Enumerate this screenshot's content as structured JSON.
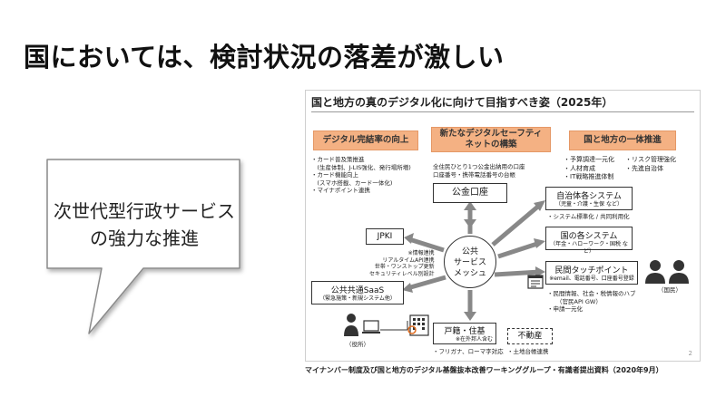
{
  "slide": {
    "title": "国においては、検討状況の落差が激しい",
    "callout_line1": "次世代型行政サービス",
    "callout_line2": "の強力な推進",
    "source": "マイナンバー制度及び国と地方のデジタル基盤抜本改善ワーキンググループ・有識者提出資料（2020年9月）"
  },
  "figure": {
    "title": "国と地方の真のデジタル化に向けて目指すべき姿（2025年）",
    "headers": {
      "left": "デジタル完結率の向上",
      "center_line1": "新たなデジタルセーフティ",
      "center_line2": "ネットの構築",
      "right": "国と地方の一体推進"
    },
    "left_notes": [
      "・カード普及策推進",
      "　(生産体制、J-LIS強化、発行場所増)",
      "・カード機能向上",
      "　(スマホ搭載、カード一体化)",
      "・マイナポイント連携"
    ],
    "center_notes": [
      "全住民ひとり1つ公金出納用の口座",
      "口座番号・携帯電話番号の台帳"
    ],
    "right_notes": {
      "col1": [
        "・予算調達一元化",
        "・人材育成",
        "・IT戦略推進体制"
      ],
      "col2": [
        "・リスク管理強化",
        "・先進自治体"
      ]
    },
    "hub": {
      "line1": "公共",
      "line2": "サービス",
      "line3": "メッシュ"
    },
    "boxes": {
      "koukin": "公金口座",
      "jichitai": "自治体各システム",
      "jichitai_sub": "（児童・介護・生保 など）",
      "kuni": "国の各システム",
      "kuni_sub": "（年金・ハローワーク・国税 など）",
      "minkan": "民間タッチポイント",
      "minkan_sub": "※email、電話番号、口座番号登録",
      "jpki": "JPKI",
      "saas": "公共共通SaaS",
      "saas_sub": "（緊急施策・新規システム他）",
      "koseki": "戸籍・住基",
      "koseki_sub": "※在外邦人含む",
      "fudousan": "不動産"
    },
    "notes": {
      "system": "・システム標準化 / 共同利用化",
      "minkan_1": "・民間情報、社会・税情報のハブ",
      "minkan_2": "（官民API GW）",
      "minkan_3": "・申請一元化",
      "jpki_1": "※情報連携",
      "jpki_2": "リアルタイムAPI連携",
      "jpki_3": "世帯・ワンストップ更新",
      "jpki_4": "セキュリティレベル別設計",
      "koseki": "・フリガナ、ローマ字対応",
      "fudousan": "・土地台帳連携",
      "yakuba": "（役所）",
      "kokumin": "（国民）"
    },
    "page_number": "2"
  }
}
